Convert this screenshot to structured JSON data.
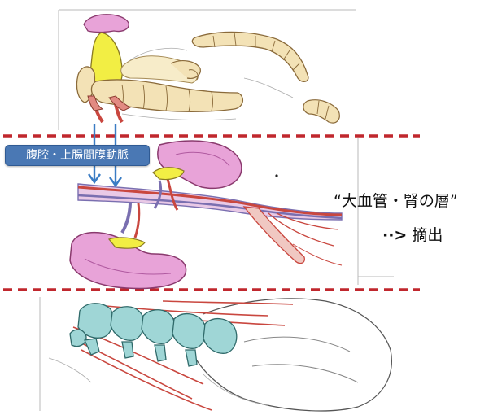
{
  "labels": {
    "artery_label": "腹腔・上腸間膜動脈",
    "layer_note": "“大血管・腎の層”",
    "arrow_symbol": "··>",
    "action_note": "摘出"
  },
  "colors": {
    "dashed_line": "#c0272d",
    "label_box_fill": "#4a78b4",
    "pointer_arrow": "#3a7cc4",
    "kidney_fill": "#e8a3d8",
    "adrenal_fill": "#f2ee44",
    "vessel_red": "#c9473f",
    "vessel_blue": "#7a6fb0",
    "bowel_fill": "#f3e2b6",
    "vertebra_fill": "#9fd6d6"
  }
}
